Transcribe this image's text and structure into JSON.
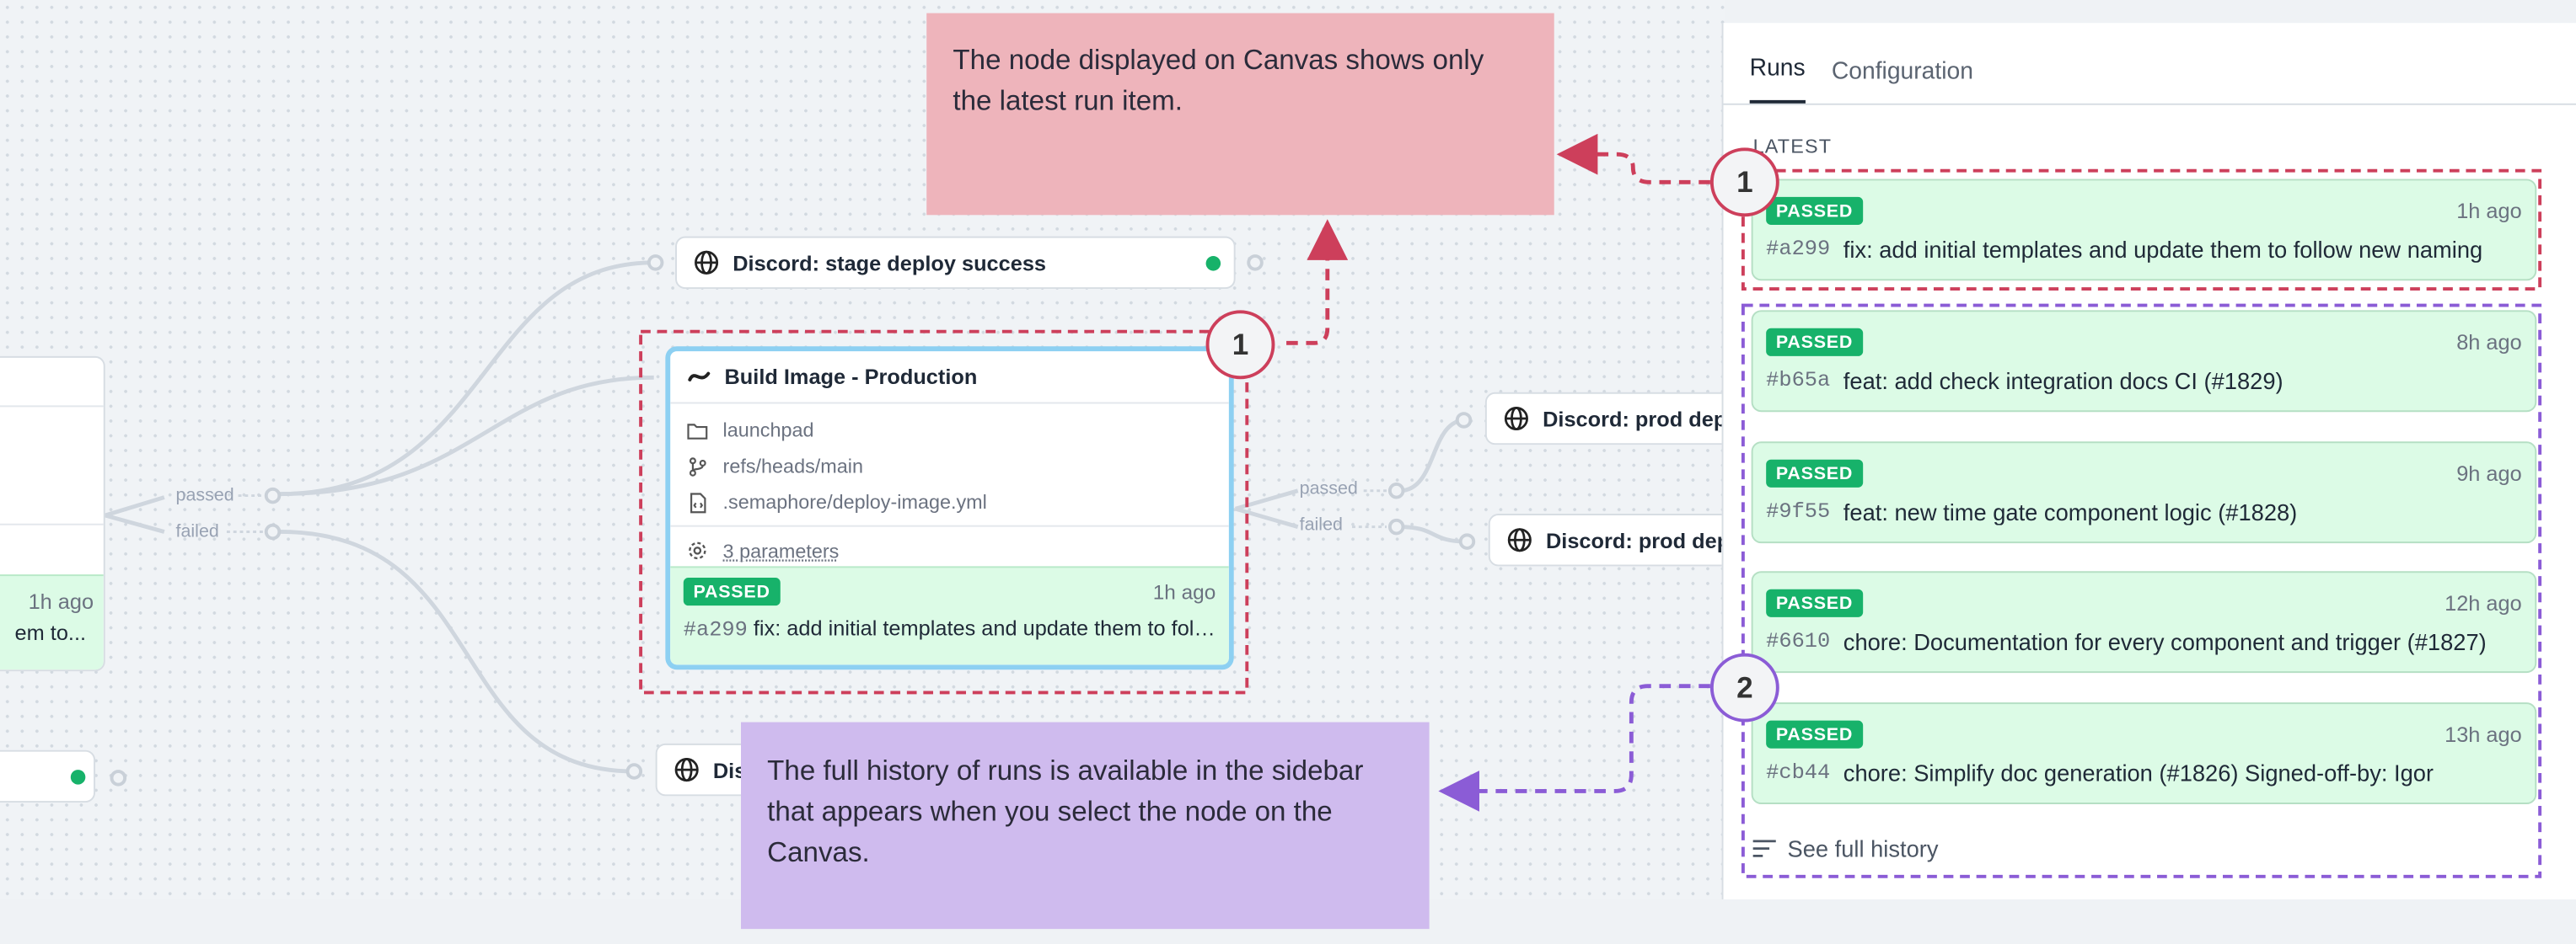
{
  "canvas": {
    "wire_labels": {
      "passed": "passed",
      "failed": "failed"
    },
    "left_partial_card": {
      "time": "1h ago",
      "message": "em to..."
    },
    "nodes": {
      "stage_deploy": "Discord: stage deploy success",
      "prod_deploy_1": "Discord: prod depl",
      "prod_deploy_2": "Discord: prod dep",
      "bottom_discord": "Disc"
    },
    "build_node": {
      "title": "Build Image - Production",
      "project": "launchpad",
      "ref": "refs/heads/main",
      "file": ".semaphore/deploy-image.yml",
      "params": "3 parameters",
      "run": {
        "status": "PASSED",
        "time": "1h ago",
        "hash": "#a299",
        "message": "fix: add initial templates and update them to follow new naming"
      }
    }
  },
  "callouts": {
    "top": "The node displayed on Canvas shows only the latest run item.",
    "bottom": "The full history of runs is available in the sidebar that appears when you select the node on the Canvas."
  },
  "markers": {
    "one": "1",
    "two": "2"
  },
  "sidebar": {
    "tabs": [
      "Runs",
      "Configuration"
    ],
    "latest_label": "LATEST",
    "latest": {
      "status": "PASSED",
      "time": "1h ago",
      "hash": "#a299",
      "message": "fix: add initial templates and update them to follow new naming"
    },
    "history": [
      {
        "status": "PASSED",
        "time": "8h ago",
        "hash": "#b65a",
        "message": "feat: add check integration docs CI (#1829)"
      },
      {
        "status": "PASSED",
        "time": "9h ago",
        "hash": "#9f55",
        "message": "feat: new time gate component logic (#1828)"
      },
      {
        "status": "PASSED",
        "time": "12h ago",
        "hash": "#6610",
        "message": "chore: Documentation for every component and trigger (#1827)"
      },
      {
        "status": "PASSED",
        "time": "13h ago",
        "hash": "#cb44",
        "message": "chore: Simplify doc generation (#1826) Signed-off-by: Igor"
      }
    ],
    "see_full": "See full history"
  },
  "colors": {
    "passed": "#17b26a",
    "callout_red": "#eeb4bb",
    "callout_purple": "#cfbbee",
    "dash_red": "#cd3f5b",
    "dash_purple": "#8b5cd6"
  }
}
